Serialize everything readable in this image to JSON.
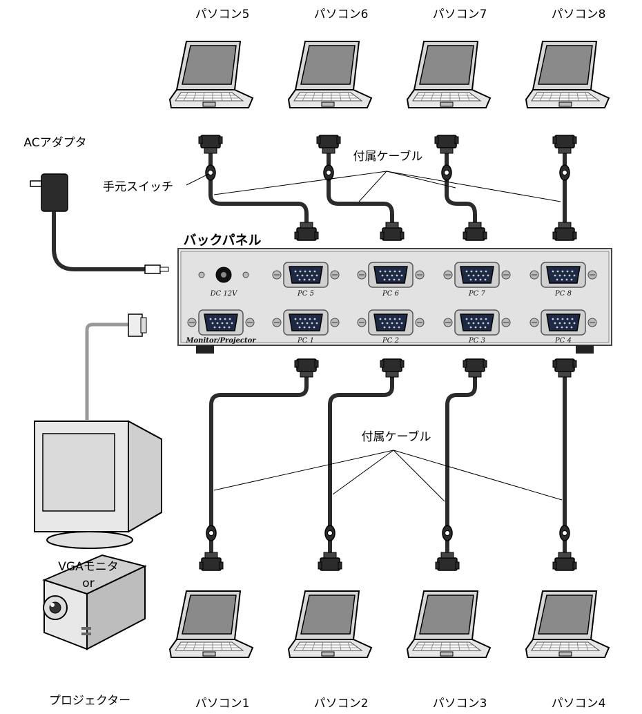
{
  "labels": {
    "pc5": "パソコン5",
    "pc6": "パソコン6",
    "pc7": "パソコン7",
    "pc8": "パソコン8",
    "pc1": "パソコン1",
    "pc2": "パソコン2",
    "pc3": "パソコン3",
    "pc4": "パソコン4",
    "ac_adapter": "ACアダプタ",
    "hand_switch": "手元スイッチ",
    "cable_top": "付属ケーブル",
    "cable_bottom": "付属ケーブル",
    "back_panel": "バックパネル",
    "vga_monitor": "VGAモニタ",
    "or": "or",
    "projector": "プロジェクター"
  },
  "panel": {
    "dc": "DC 12V",
    "monitor": "Monitor/Projector",
    "ports_top": [
      "PC 5",
      "PC 6",
      "PC 7",
      "PC 8"
    ],
    "ports_bottom": [
      "PC 1",
      "PC 2",
      "PC 3",
      "PC 4"
    ]
  }
}
